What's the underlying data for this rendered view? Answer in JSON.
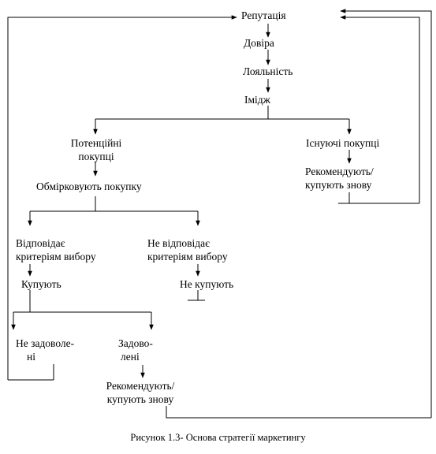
{
  "nodes": {
    "reputation": "Репутація",
    "trust": "Довіра",
    "loyalty": "Лояльність",
    "image": "Імідж",
    "potential_line1": "Потенційні",
    "potential_line2": "покупці",
    "existing": "Існуючі покупці",
    "existing_recommend_line1": "Рекомендують/",
    "existing_recommend_line2": "купують знову",
    "consider": "Обмірковують покупку",
    "matches_line1": "Відповідає",
    "matches_line2": "критеріям вибору",
    "not_matches_line1": "Не відповідає",
    "not_matches_line2": "критеріям вибору",
    "buy": "Купують",
    "dont_buy": "Не купують",
    "unsatisfied_line1": "Не задоволе-",
    "unsatisfied_line2": "ні",
    "satisfied_line1": "Задово-",
    "satisfied_line2": "лені",
    "satisfied_recommend_line1": "Рекомендують/",
    "satisfied_recommend_line2": "купують знову"
  },
  "caption": "Рисунок 1.3- Основа стратегії маркетингу"
}
